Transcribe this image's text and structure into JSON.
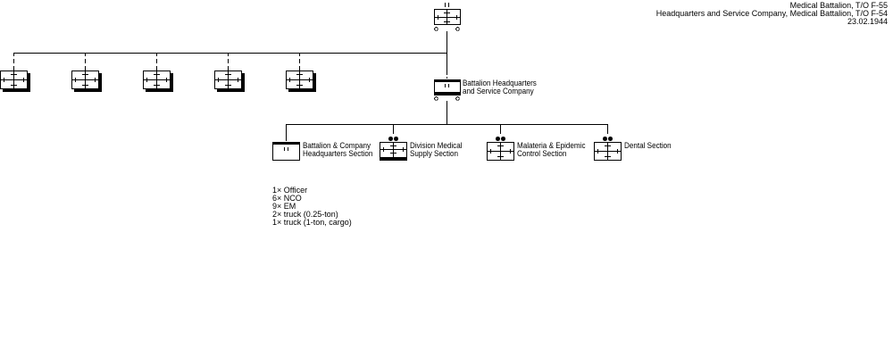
{
  "header": {
    "lines": [
      "Medical Battalion, T/O F-55",
      "Headquarters and Service Company, Medical Battalion, T/O F-54",
      "23.02.1944"
    ]
  },
  "units": {
    "battalion": {
      "symbol": "medical-battalion-motorized-icon",
      "echelon": "II"
    },
    "companies": [
      {
        "symbol": "medical-company-icon"
      },
      {
        "symbol": "medical-company-icon"
      },
      {
        "symbol": "medical-company-icon"
      },
      {
        "symbol": "medical-company-icon"
      },
      {
        "symbol": "medical-company-icon"
      }
    ],
    "hq_company": {
      "label_1": "Battalion Headquarters",
      "label_2": "and Service Company",
      "echelon": "II"
    },
    "sections": [
      {
        "label_1": "Battalion & Company",
        "label_2": "Headquarters Section",
        "echelon": "II"
      },
      {
        "label_1": "Division Medical",
        "label_2": "Supply Section",
        "echelon": "••"
      },
      {
        "label_1": "Malateria & Epidemic",
        "label_2": "Control Section",
        "echelon": "••"
      },
      {
        "label_1": "Dental Section",
        "label_2": "",
        "echelon": "••"
      }
    ]
  },
  "personnel": [
    "1× Officer",
    "6× NCO",
    "9× EM",
    "2× truck (0.25-ton)",
    "1× truck (1-ton, cargo)"
  ]
}
